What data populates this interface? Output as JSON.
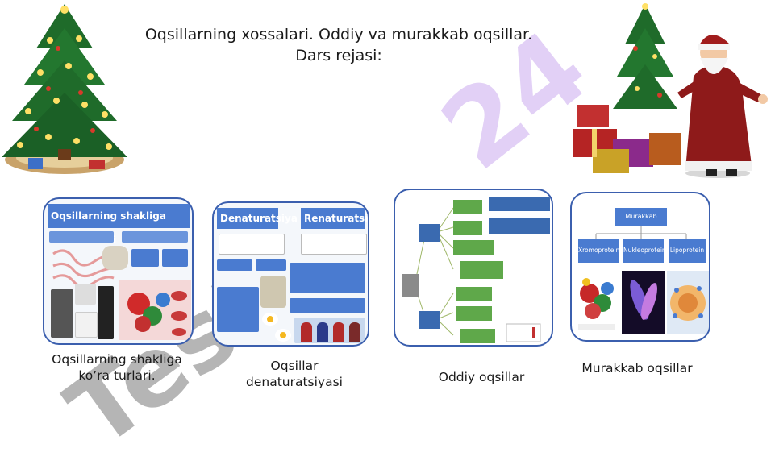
{
  "slide": {
    "title_line1": "Oqsillarning xossalari. Oddiy va murakkab oqsillar.",
    "title_line2": "Dars rejasi:"
  },
  "cards": [
    {
      "heading": "Oqsillarning shakliga ko’ra turlari",
      "caption_line1": "Oqsillarning shakliga",
      "caption_line2": "ko’ra turlari."
    },
    {
      "heading_left": "Denaturatsiya",
      "heading_right": "Renaturatsiya",
      "caption_line1": "Oqsillar",
      "caption_line2": "denaturatsiyasi"
    },
    {
      "caption_line1": "Oddiy oqsillar"
    },
    {
      "heading": "Murakkab oqsillar",
      "sub1": "Xromoprotein",
      "sub2": "Nukleoprotein",
      "sub3": "Lipoprotein",
      "caption_line1": "Murakkab oqsillar"
    }
  ],
  "icons": [
    "christmas-tree-icon",
    "santa-claus-icon",
    "gift-box-icon"
  ],
  "colors": {
    "accent_blue": "#4a7bd0",
    "card_border": "#3b5fae",
    "diagram_green": "#5fa84a"
  }
}
